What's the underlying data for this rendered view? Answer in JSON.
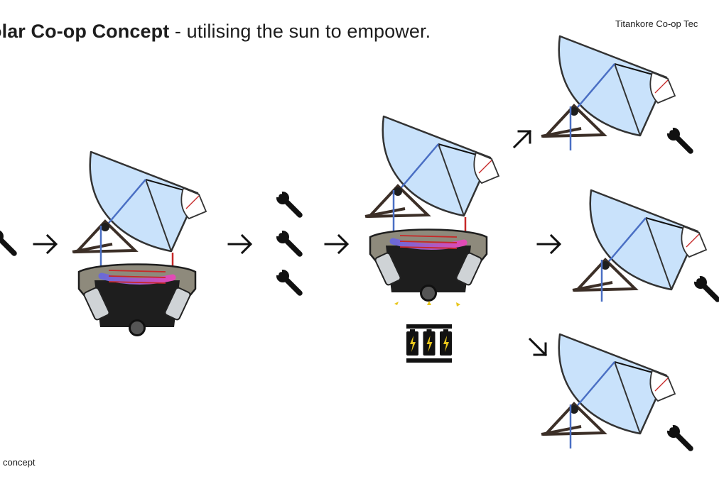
{
  "header": {
    "title_bold": "olar Co-op Concept",
    "title_rest": " - utilising the sun to empower.",
    "org": "Titankore Co-op Tec"
  },
  "footer": {
    "label": "concept"
  },
  "icons": {
    "dish": "solar-dish-icon",
    "engine": "stirling-engine-icon",
    "battery": "battery-bank-icon",
    "wrench": "wrench-icon",
    "arrow": "arrow-icon",
    "spark": "spark-icon"
  },
  "colors": {
    "dish_fill": "#c9e2fb",
    "beam": "#d8ebfb",
    "outline": "#333333",
    "stand": "#3c2f27",
    "cold_line": "#4a6fc4",
    "hot_line": "#c62828",
    "engine_body": "#8e8a7c",
    "engine_dark": "#1e1e1e",
    "lightning": "#e8c61b"
  }
}
